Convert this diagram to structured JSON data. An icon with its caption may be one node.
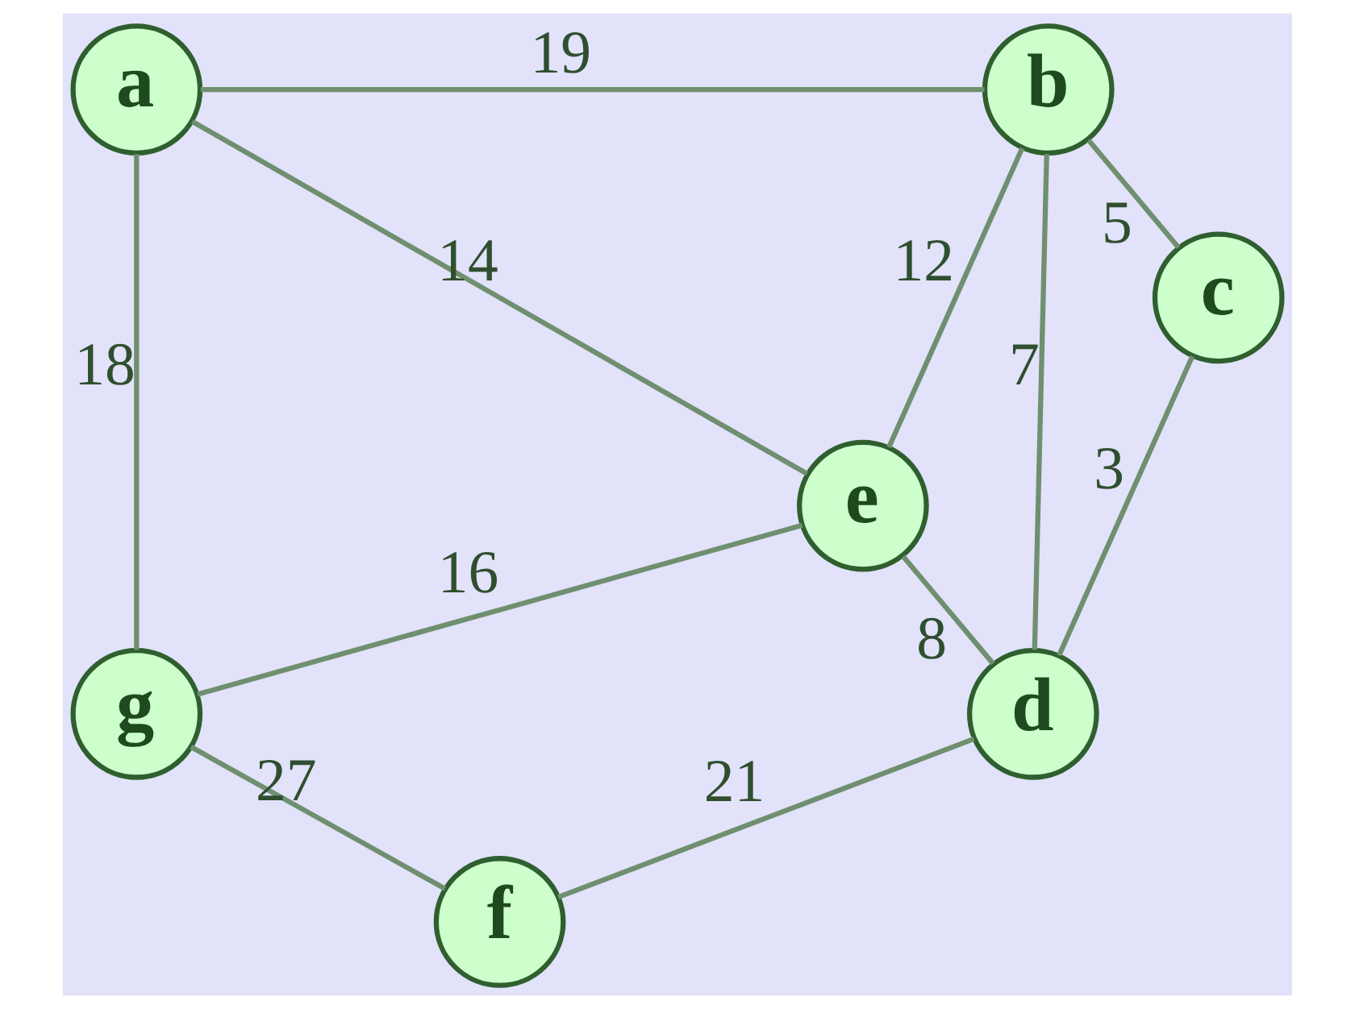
{
  "diagram": {
    "nodes": [
      {
        "text": [
          "a"
        ]
      },
      {
        "text": [
          "b"
        ]
      },
      {
        "text": [
          "c"
        ]
      },
      {
        "text": [
          "e"
        ]
      },
      {
        "text": [
          "g"
        ]
      },
      {
        "text": [
          "d"
        ]
      },
      {
        "text": [
          "f"
        ]
      }
    ],
    "edges": [
      {
        "from": 0,
        "to": 1,
        "arrow": "none",
        "label": "19"
      },
      {
        "from": 1,
        "to": 2,
        "arrow": "none",
        "label": "5"
      },
      {
        "from": 0,
        "to": 3,
        "arrow": "none",
        "label": "14"
      },
      {
        "from": 3,
        "to": 1,
        "arrow": "none",
        "label": "12"
      },
      {
        "from": 1,
        "to": 5,
        "arrow": "none",
        "label": "7"
      },
      {
        "from": 0,
        "to": 4,
        "arrow": "none",
        "label": "18"
      },
      {
        "from": 3,
        "to": 5,
        "arrow": "none",
        "label": "8"
      },
      {
        "from": 2,
        "to": 5,
        "arrow": "none",
        "label": "3"
      },
      {
        "from": 4,
        "to": 3,
        "arrow": "none",
        "label": "16"
      },
      {
        "from": 4,
        "to": 6,
        "arrow": "none",
        "label": "27"
      },
      {
        "from": 6,
        "to": 5,
        "arrow": "none",
        "label": "21"
      }
    ]
  }
}
